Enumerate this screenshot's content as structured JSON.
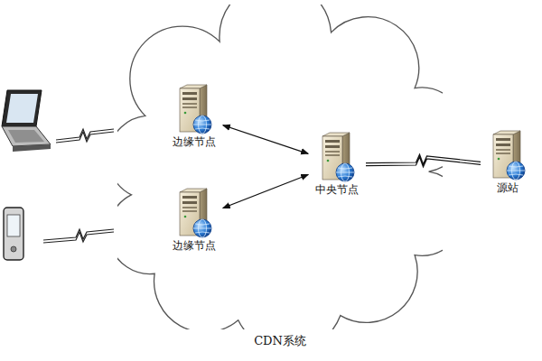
{
  "diagram": {
    "nodes": [
      {
        "text": [
          "CDN系统"
        ]
      },
      {
        "text": [
          "边缘节点"
        ],
        "in": 0
      },
      {
        "text": [
          "边缘节点"
        ],
        "in": 0
      },
      {
        "text": [
          "中央节点"
        ],
        "in": 0
      },
      {
        "text": [
          "源站"
        ]
      }
    ],
    "edges": [
      {
        "from": 1,
        "to": 3,
        "arrow": "both"
      },
      {
        "from": 2,
        "to": 3,
        "arrow": "both"
      },
      {
        "from": 3,
        "to": 4,
        "arrow": "none"
      }
    ]
  }
}
